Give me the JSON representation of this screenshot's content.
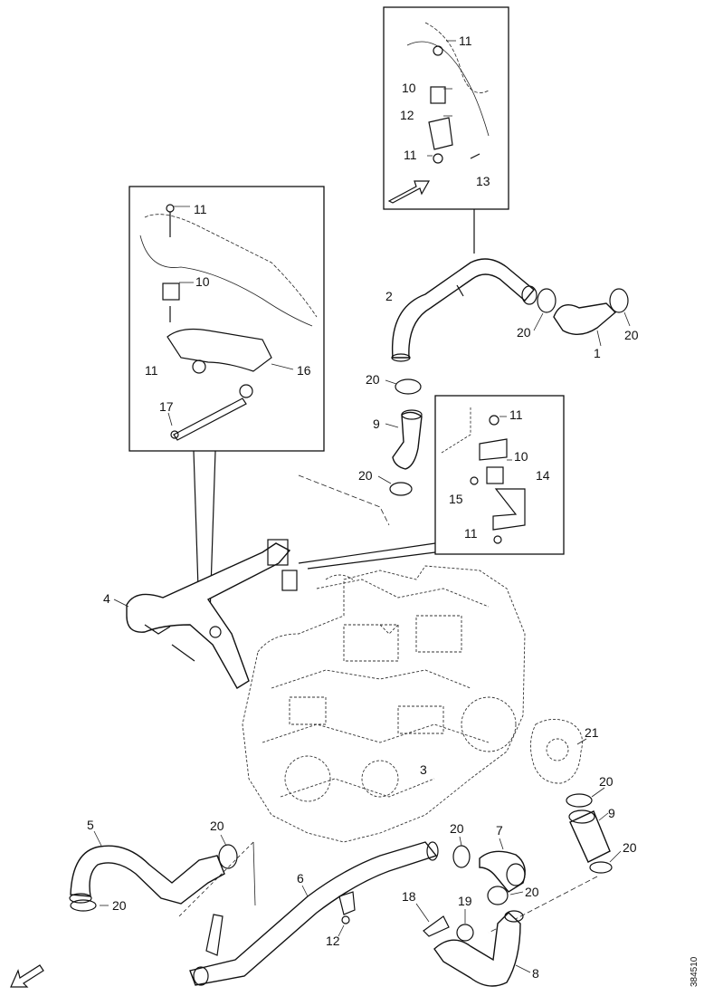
{
  "diagram": {
    "doc_code": "384510",
    "callouts": {
      "c1": "1",
      "c2": "2",
      "c3": "3",
      "c4": "4",
      "c5": "5",
      "c6": "6",
      "c7": "7",
      "c8": "8",
      "c9a": "9",
      "c9b": "9",
      "c10a": "10",
      "c10b": "10",
      "c10c": "10",
      "c11a": "11",
      "c11b": "11",
      "c11c": "11",
      "c11d": "11",
      "c11e": "11",
      "c11f": "11",
      "c12a": "12",
      "c12b": "12",
      "c13": "13",
      "c14": "14",
      "c15": "15",
      "c16": "16",
      "c17": "17",
      "c18": "18",
      "c19": "19",
      "c20a": "20",
      "c20b": "20",
      "c20c": "20",
      "c20d": "20",
      "c20e": "20",
      "c20f": "20",
      "c20g": "20",
      "c20h": "20",
      "c20i": "20",
      "c20j": "20",
      "c21": "21"
    },
    "icons": [
      "direction-arrow-icon",
      "front-arrow-icon"
    ]
  }
}
